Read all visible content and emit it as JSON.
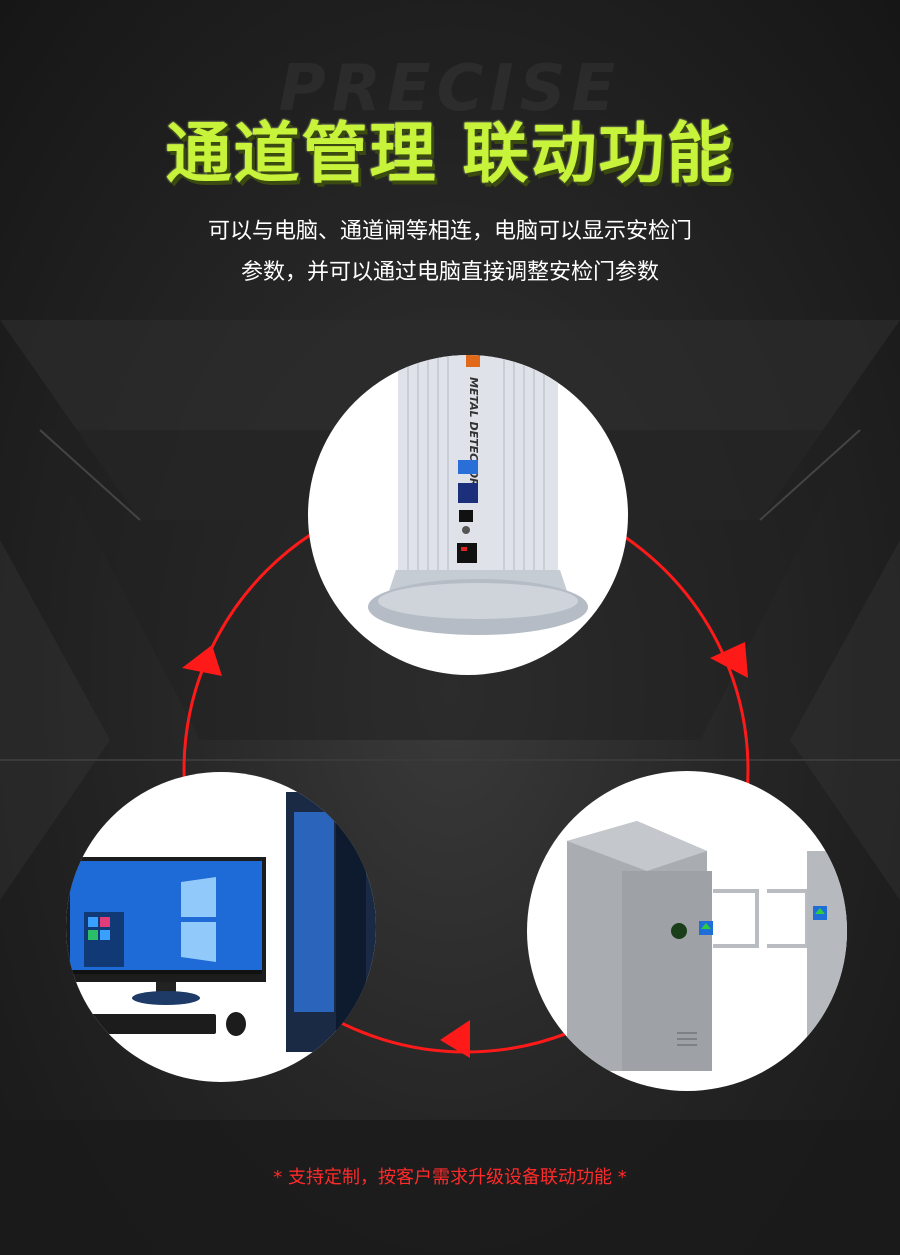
{
  "background_word": "PRECISE",
  "headline": "通道管理 联动功能",
  "description": {
    "line1": "可以与电脑、通道闸等相连，电脑可以显示安检门",
    "line2": "参数，并可以通过电脑直接调整安检门参数"
  },
  "detector_label": "METAL DETECTOR",
  "footnote": "* 支持定制，按客户需求升级设备联动功能 *",
  "colors": {
    "headline": "#c7f33b",
    "arrows": "#ff1a1a",
    "footnote": "#ff2a2a"
  },
  "images": {
    "top": "metal-detector-pillar",
    "left": "desktop-computer",
    "right": "turnstile-gate"
  }
}
